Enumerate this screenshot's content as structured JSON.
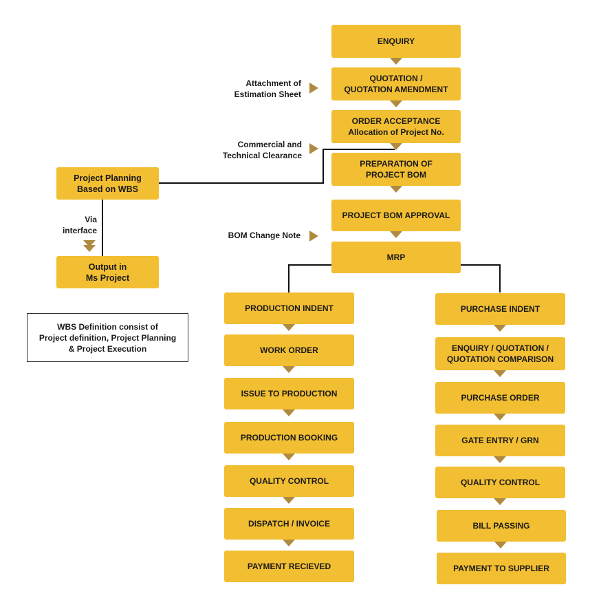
{
  "main_flow": {
    "enquiry": "ENQUIRY",
    "quotation": "QUOTATION /\nQUOTATION AMENDMENT",
    "order_acceptance": "ORDER ACCEPTANCE\nAllocation of Project No.",
    "preparation_bom": "PREPARATION OF\nPROJECT BOM",
    "bom_approval": "PROJECT BOM APPROVAL",
    "mrp": "MRP"
  },
  "side_inputs": {
    "attachment": "Attachment of\nEstimation Sheet",
    "clearance": "Commercial and\nTechnical Clearance",
    "bom_change": "BOM Change Note"
  },
  "planning": {
    "project_planning": "Project Planning\nBased on WBS",
    "via_interface": "Via\ninterface",
    "output": "Output in\nMs Project",
    "wbs_note": "WBS Definition consist of\nProject definition, Project Planning\n& Project Execution"
  },
  "production_branch": [
    "PRODUCTION INDENT",
    "WORK ORDER",
    "ISSUE TO PRODUCTION",
    "PRODUCTION BOOKING",
    "QUALITY CONTROL",
    "DISPATCH / INVOICE",
    "PAYMENT RECIEVED"
  ],
  "purchase_branch": [
    "PURCHASE INDENT",
    "ENQUIRY / QUOTATION /\nQUOTATION COMPARISON",
    "PURCHASE ORDER",
    "GATE ENTRY / GRN",
    "QUALITY CONTROL",
    "BILL PASSING",
    "PAYMENT TO SUPPLIER"
  ],
  "colors": {
    "box": "#f2be32",
    "arrow": "#b08a3e",
    "line": "#111111"
  }
}
